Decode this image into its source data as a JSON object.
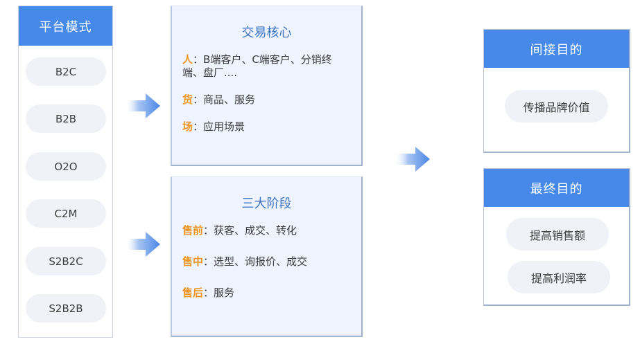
{
  "platform_modes": {
    "title": "平台模式",
    "items": [
      "B2C",
      "B2B",
      "O2O",
      "C2M",
      "S2B2C",
      "S2B2B"
    ]
  },
  "transaction_core": {
    "title": "交易核心",
    "lines": [
      {
        "key": "人",
        "sep": "：",
        "value": "B端客户、C端客户、分销终端、盘厂...."
      },
      {
        "key": "货",
        "sep": "：",
        "value": "商品、服务"
      },
      {
        "key": "场",
        "sep": "：",
        "value": "应用场景"
      }
    ]
  },
  "three_stages": {
    "title": "三大阶段",
    "lines": [
      {
        "key": "售前",
        "sep": "：",
        "value": "获客、成交、转化"
      },
      {
        "key": "售中",
        "sep": "：",
        "value": "选型、询报价、成交"
      },
      {
        "key": "售后",
        "sep": "：",
        "value": "服务"
      }
    ]
  },
  "indirect_goal": {
    "title": "间接目的",
    "items": [
      "传播品牌价值"
    ]
  },
  "final_goal": {
    "title": "最终目的",
    "items": [
      "提高销售额",
      "提高利润率"
    ]
  },
  "colors": {
    "header_blue": "#4689e9",
    "title_blue": "#3d74c6",
    "key_orange": "#f0961e",
    "mid_bg": "#eef3fd",
    "pill_bg": "#f0f2f8"
  },
  "arrows": [
    {
      "name": "arrow-to-transaction-core",
      "icon": "right-arrow-icon"
    },
    {
      "name": "arrow-to-three-stages",
      "icon": "right-arrow-icon"
    },
    {
      "name": "arrow-to-goals",
      "icon": "right-arrow-icon"
    }
  ]
}
